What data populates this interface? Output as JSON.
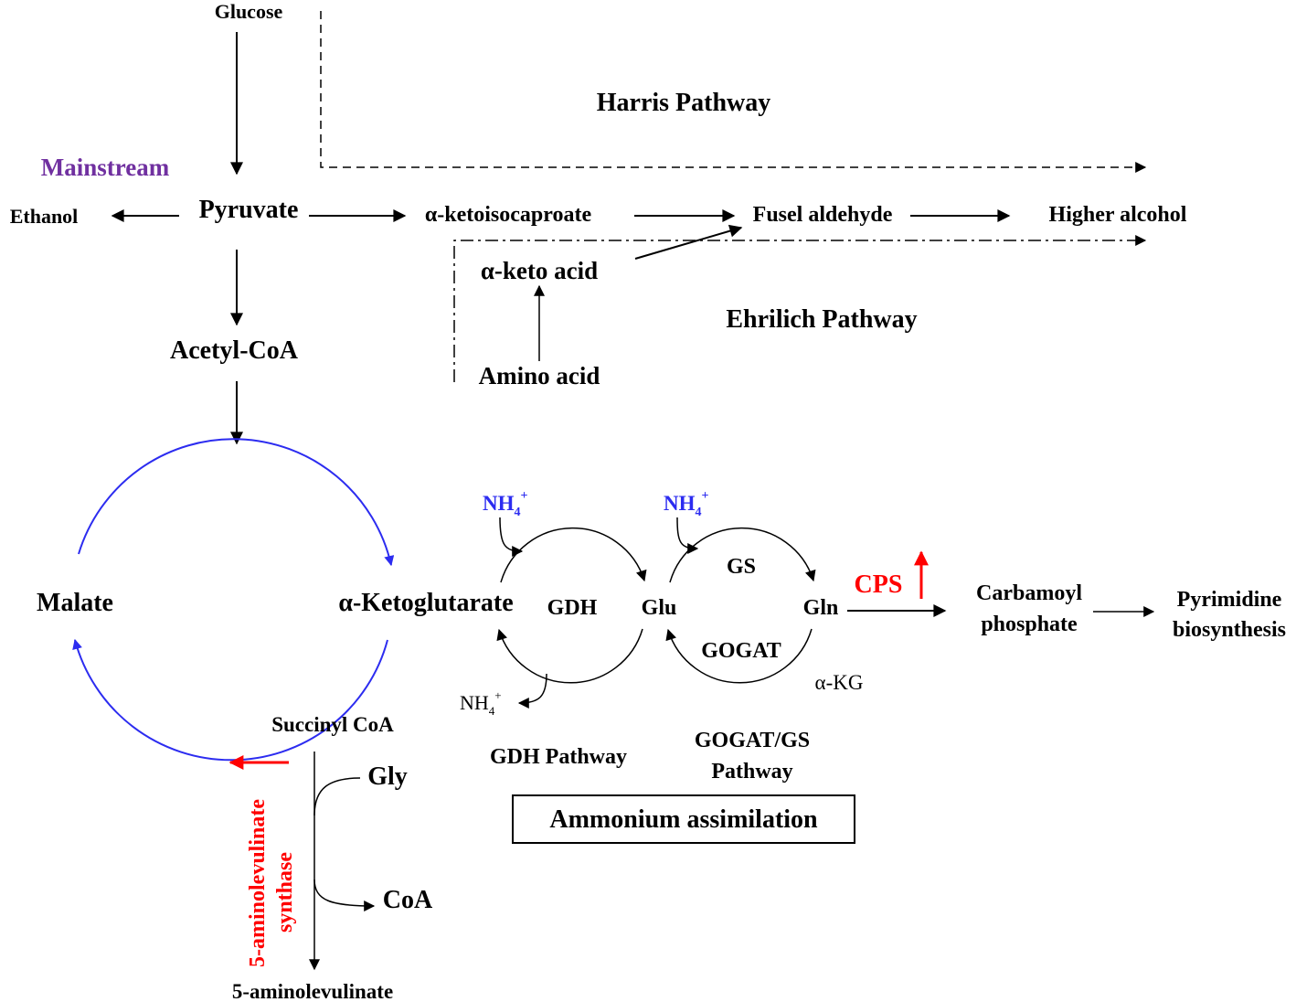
{
  "colors": {
    "ink": "#000000",
    "cycle": "#2c2cf0",
    "mainstream": "#7030a0",
    "highlight": "#ff0000",
    "ammonium": "#2c2cf0"
  },
  "labels": {
    "glucose": "Glucose",
    "harris_pathway": "Harris Pathway",
    "mainstream": "Mainstream",
    "ethanol": "Ethanol",
    "pyruvate": "Pyruvate",
    "ketoisocaproate": "α-ketoisocaproate",
    "fusel_aldehyde": "Fusel aldehyde",
    "higher_alcohol": "Higher alcohol",
    "keto_acid": "α-keto acid",
    "amino_acid": "Amino acid",
    "ehrlich_pathway": "Ehrilich Pathway",
    "acetyl_coa": "Acetyl-CoA",
    "malate": "Malate",
    "ketoglutarate": "α-Ketoglutarate",
    "succinyl_coa": "Succinyl CoA",
    "gly": "Gly",
    "coa": "CoA",
    "aminolevulinate": "5-aminolevulinate",
    "enzyme_line1": "5-aminolevulinate",
    "enzyme_line2": "synthase",
    "nh4_base": "NH",
    "nh4_sub": "4",
    "nh4_sup": "+",
    "gdh": "GDH",
    "glu": "Glu",
    "gs": "GS",
    "gln": "Gln",
    "gogat": "GOGAT",
    "akg": "α-KG",
    "cps": "CPS",
    "carbamoyl_line1": "Carbamoyl",
    "carbamoyl_line2": "phosphate",
    "pyrimidine_line1": "Pyrimidine",
    "pyrimidine_line2": "biosynthesis",
    "gdh_pathway": "GDH Pathway",
    "gogat_gs_line1": "GOGAT/GS",
    "gogat_gs_line2": "Pathway",
    "ammonium_assimilation": "Ammonium assimilation"
  }
}
